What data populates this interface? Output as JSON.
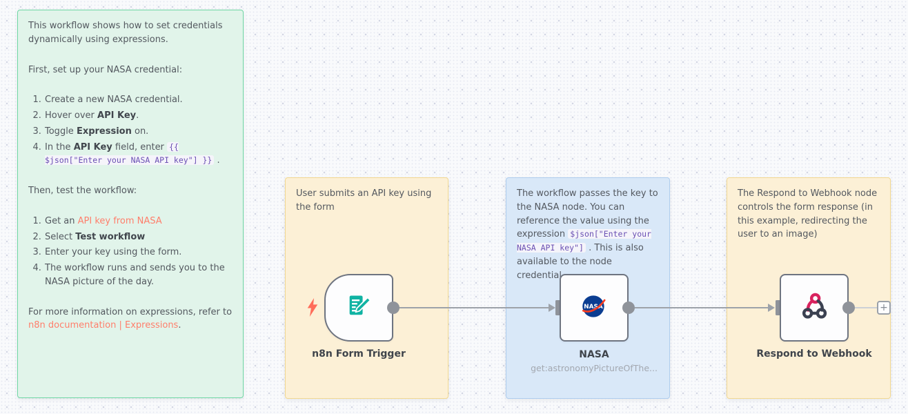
{
  "workflow": {
    "sticky_notes": [
      {
        "id": "instructions",
        "theme": "green",
        "blocks": [
          {
            "type": "p",
            "segments": [
              {
                "t": "text",
                "v": "This workflow shows how to set credentials dynamically using expressions."
              }
            ]
          },
          {
            "type": "p",
            "segments": [
              {
                "t": "text",
                "v": "First, set up your NASA credential:"
              }
            ]
          },
          {
            "type": "ol",
            "items": [
              [
                {
                  "t": "text",
                  "v": "Create a new NASA credential."
                }
              ],
              [
                {
                  "t": "text",
                  "v": "Hover over "
                },
                {
                  "t": "bold",
                  "v": "API Key"
                },
                {
                  "t": "text",
                  "v": "."
                }
              ],
              [
                {
                  "t": "text",
                  "v": "Toggle "
                },
                {
                  "t": "bold",
                  "v": "Expression"
                },
                {
                  "t": "text",
                  "v": " on."
                }
              ],
              [
                {
                  "t": "text",
                  "v": "In the "
                },
                {
                  "t": "bold",
                  "v": "API Key"
                },
                {
                  "t": "text",
                  "v": " field, enter "
                },
                {
                  "t": "code",
                  "v": "{{ $json[\"Enter your NASA API key\"] }}"
                },
                {
                  "t": "text",
                  "v": " ."
                }
              ]
            ]
          },
          {
            "type": "p",
            "segments": [
              {
                "t": "text",
                "v": "Then, test the workflow:"
              }
            ]
          },
          {
            "type": "ol",
            "items": [
              [
                {
                  "t": "text",
                  "v": "Get an "
                },
                {
                  "t": "link",
                  "v": "API key from NASA"
                }
              ],
              [
                {
                  "t": "text",
                  "v": "Select "
                },
                {
                  "t": "bold",
                  "v": "Test workflow"
                }
              ],
              [
                {
                  "t": "text",
                  "v": "Enter your key using the form."
                }
              ],
              [
                {
                  "t": "text",
                  "v": "The workflow runs and sends you to the NASA picture of the day."
                }
              ]
            ]
          },
          {
            "type": "p",
            "segments": [
              {
                "t": "text",
                "v": "For more information on expressions, refer to "
              },
              {
                "t": "link",
                "v": "n8n documentation | Expressions"
              },
              {
                "t": "text",
                "v": "."
              }
            ]
          }
        ]
      },
      {
        "id": "form-note",
        "theme": "yellow",
        "blocks": [
          {
            "type": "p",
            "segments": [
              {
                "t": "text",
                "v": "User submits an API key using the form"
              }
            ]
          }
        ]
      },
      {
        "id": "nasa-note",
        "theme": "blue",
        "blocks": [
          {
            "type": "p",
            "segments": [
              {
                "t": "text",
                "v": "The workflow passes the key to the NASA node. You can reference the value using the expression "
              },
              {
                "t": "code",
                "v": "$json[\"Enter your NASA API key\"]"
              },
              {
                "t": "text",
                "v": " . This is also available to the node credential."
              }
            ]
          }
        ]
      },
      {
        "id": "respond-note",
        "theme": "yellow",
        "blocks": [
          {
            "type": "p",
            "segments": [
              {
                "t": "text",
                "v": "The Respond to Webhook node controls the form response (in this example, redirecting the user to an image)"
              }
            ]
          }
        ]
      }
    ],
    "nodes": [
      {
        "name": "n8n Form Trigger",
        "subtitle": ""
      },
      {
        "name": "NASA",
        "subtitle": "get:astronomyPictureOfThe..."
      },
      {
        "name": "Respond to Webhook",
        "subtitle": ""
      }
    ],
    "add_node_label": "+"
  },
  "icons": {
    "trigger_indicator": "lightning-bolt-icon",
    "form_node": "form-pencil-icon",
    "nasa_node": "nasa-logo-icon",
    "respond_node": "webhook-icon",
    "add_node": "plus-icon"
  },
  "colors": {
    "accent": "#ff6d5a",
    "link": "#ff7e6b",
    "code_text": "#6a50b3",
    "note_green_bg": "#e1f4ea",
    "note_green_border": "#6fd7a4",
    "note_yellow_bg": "#fcf0d6",
    "note_yellow_border": "#f2d891",
    "note_blue_bg": "#d9e8f8",
    "note_blue_border": "#aecdee",
    "node_border": "#6e7480",
    "connector": "#9da2a9",
    "nasa_blue": "#0b3d91",
    "nasa_red": "#fc3d21",
    "form_teal": "#10b3a3",
    "webhook_pink": "#d9235f",
    "webhook_dark": "#3b4151"
  }
}
